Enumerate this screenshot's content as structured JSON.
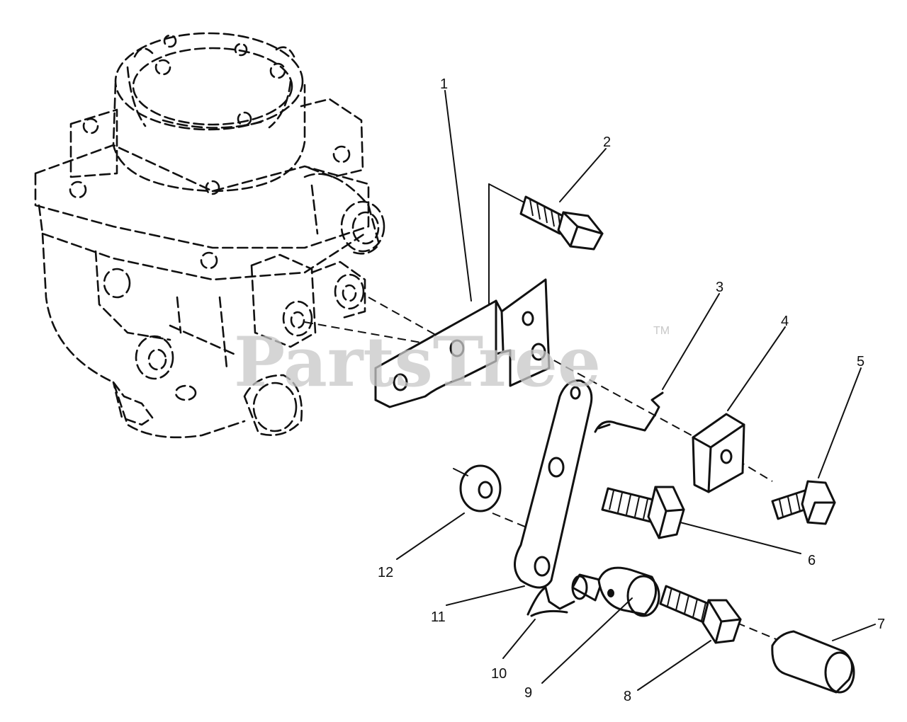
{
  "watermark": {
    "text": "PartsTree",
    "trademark": "TM"
  },
  "callouts": [
    {
      "id": "1",
      "label": "1"
    },
    {
      "id": "2",
      "label": "2"
    },
    {
      "id": "3",
      "label": "3"
    },
    {
      "id": "4",
      "label": "4"
    },
    {
      "id": "5",
      "label": "5"
    },
    {
      "id": "6",
      "label": "6"
    },
    {
      "id": "7",
      "label": "7"
    },
    {
      "id": "8",
      "label": "8"
    },
    {
      "id": "9",
      "label": "9"
    },
    {
      "id": "10",
      "label": "10"
    },
    {
      "id": "11",
      "label": "11"
    },
    {
      "id": "12",
      "label": "12"
    }
  ]
}
